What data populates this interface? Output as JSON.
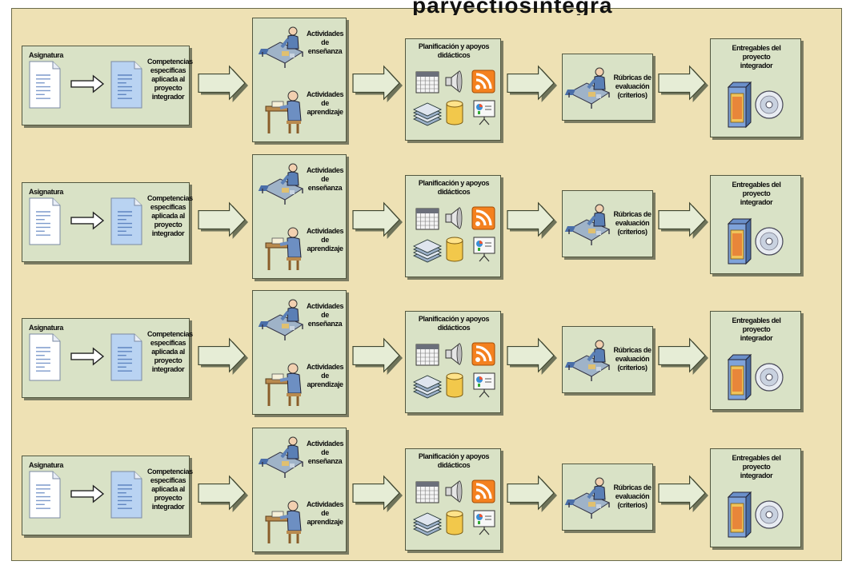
{
  "title_fragment": "paryectiosintegra",
  "colors": {
    "background": "#eee1b4",
    "panel": "#d9e2c6",
    "panel_border": "#52573f",
    "arrow": "#e6edd6",
    "document": "#b9d3f2",
    "rss": "#f4811f"
  },
  "labels": {
    "asignatura": "Asignatura",
    "competencias": "Competencias específicas aplicada al proyecto integrador",
    "act_ensenanza": "Actividades de enseñanza",
    "act_aprendizaje": "Actividades de aprendizaje",
    "planificacion": "Planificación y apoyos didácticos",
    "rubricas": "Rúbricas de evaluación (criterios)",
    "entregables": "Entregables del proyecto integrador"
  },
  "rows": [
    {
      "id": "row-1"
    },
    {
      "id": "row-2"
    },
    {
      "id": "row-3"
    },
    {
      "id": "row-4"
    }
  ]
}
